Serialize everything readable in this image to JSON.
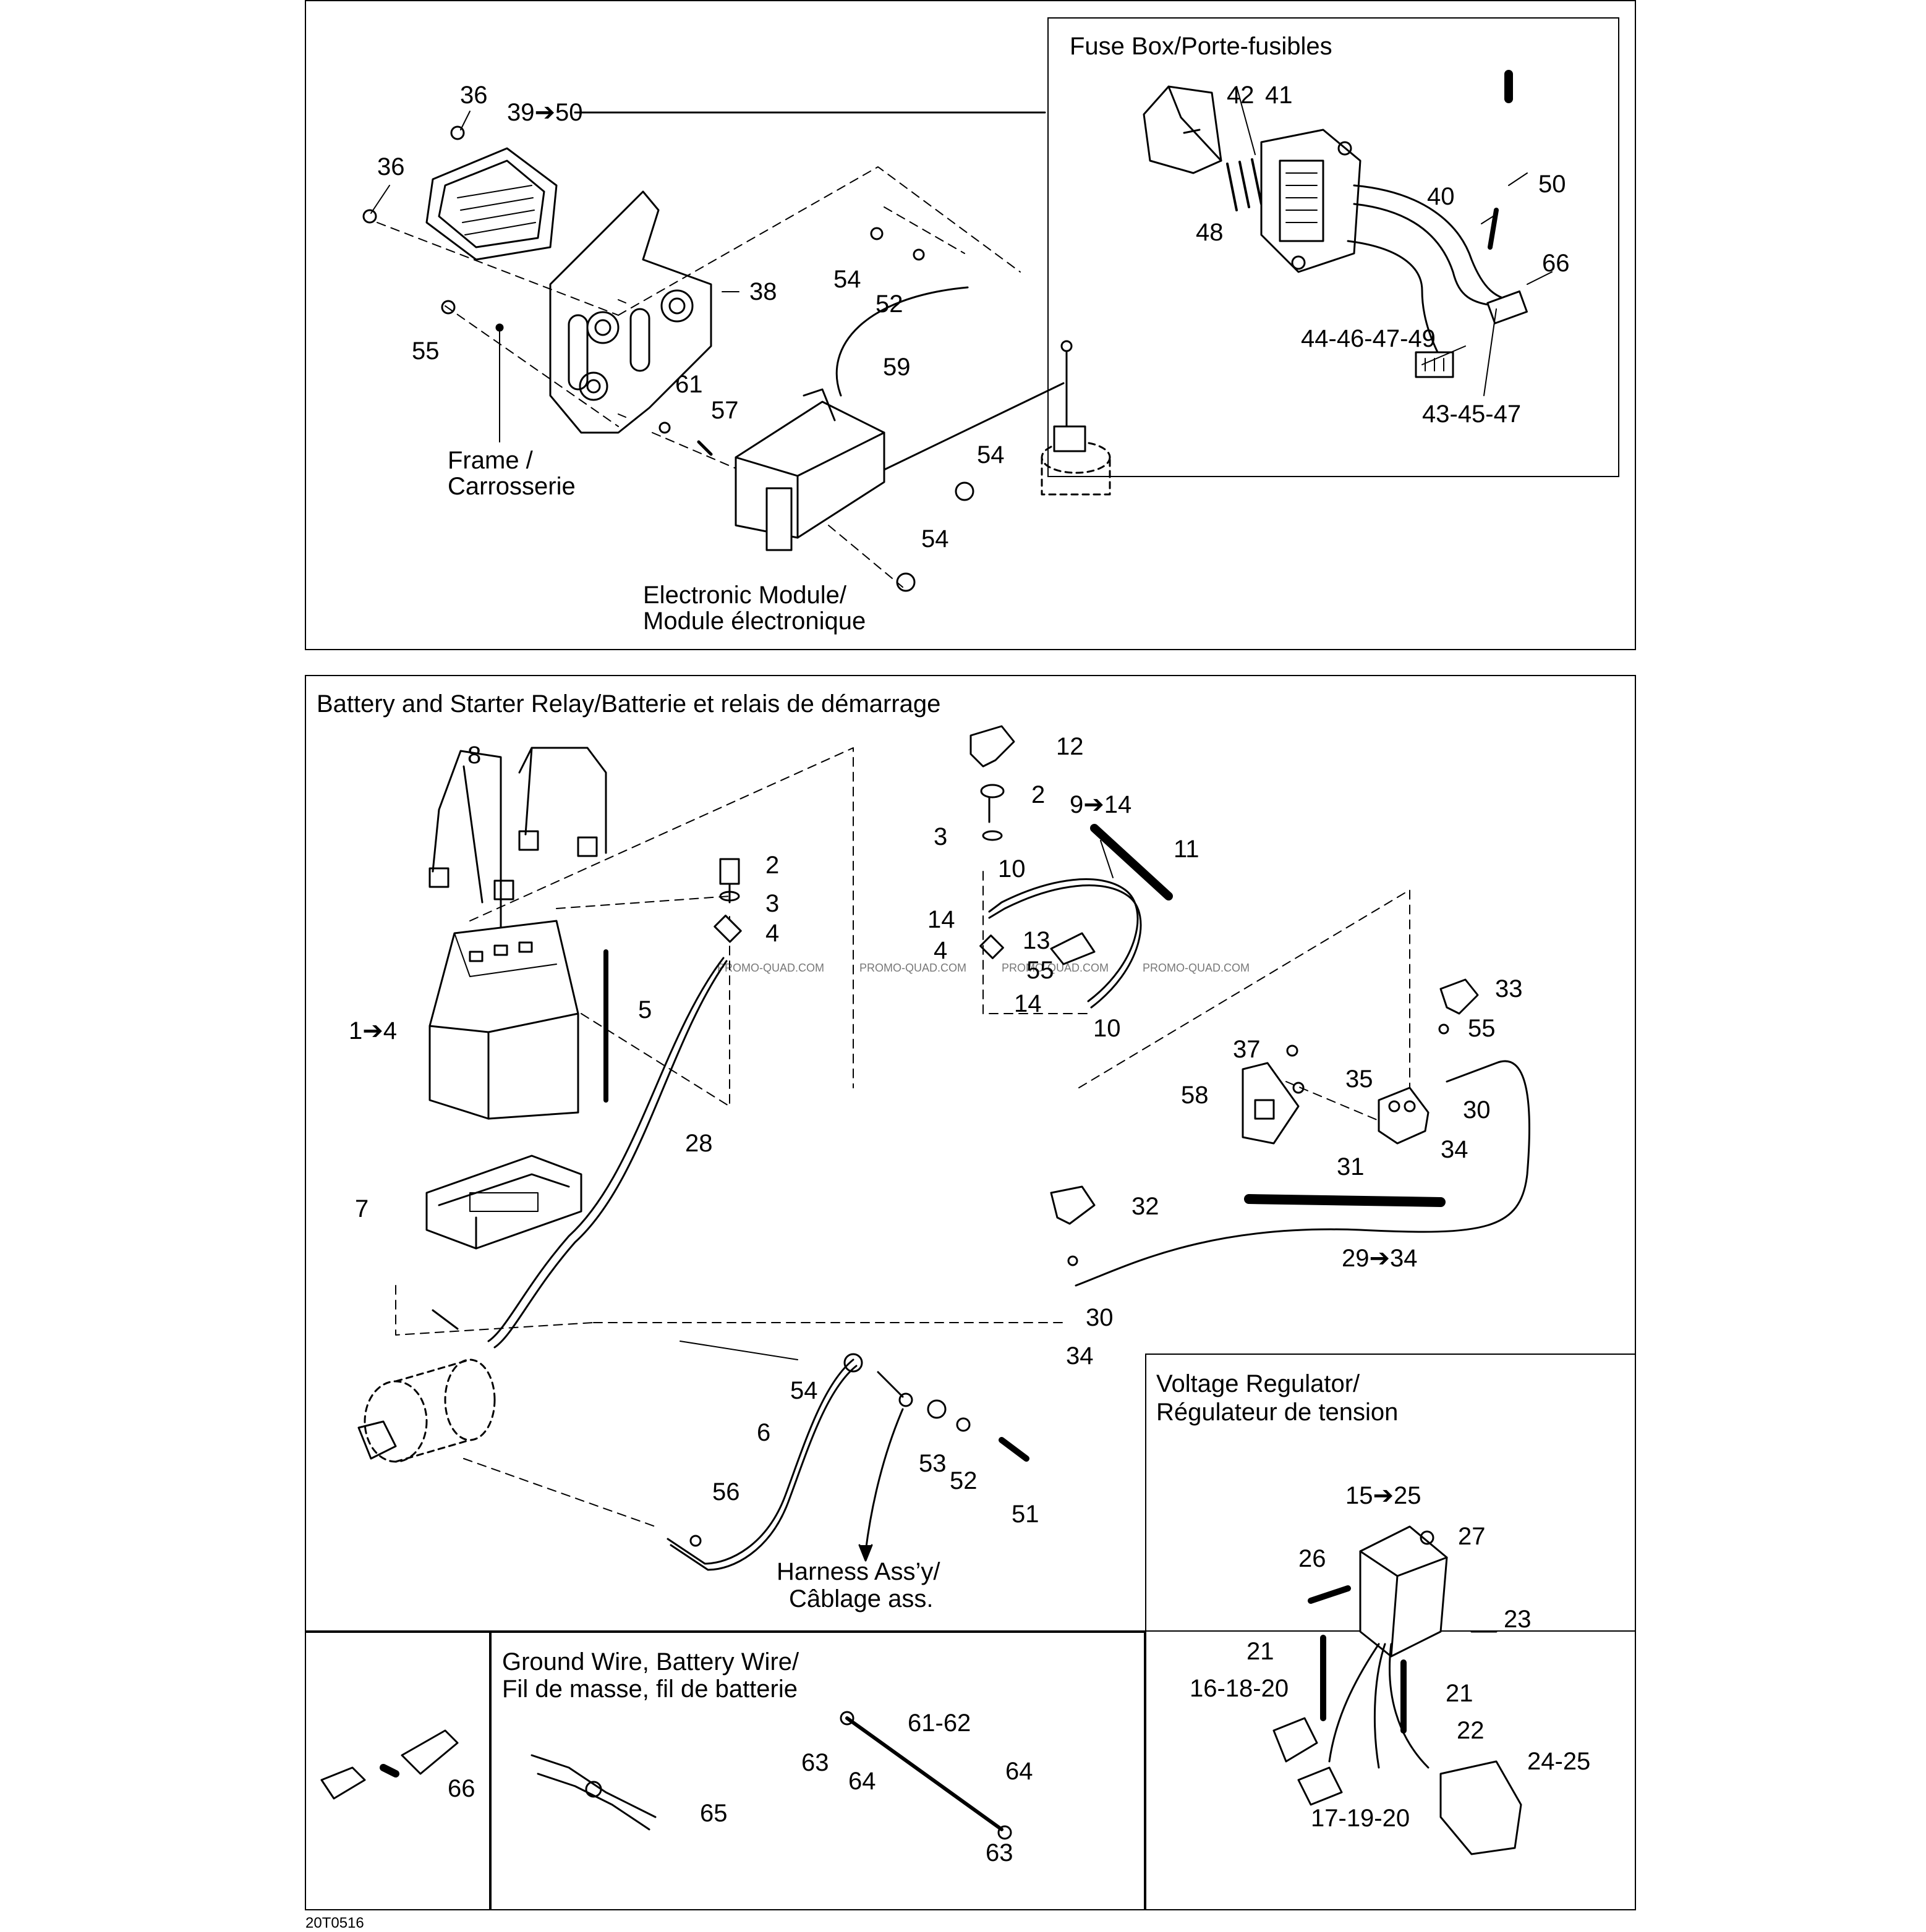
{
  "sections": {
    "fuse_box": "Fuse Box/Porte-fusibles",
    "battery": "Battery and Starter Relay/Batterie et relais de démarrage",
    "voltage_regulator_l1": "Voltage Regulator/",
    "voltage_regulator_l2": "Régulateur de tension",
    "ground_wire_l1": "Ground Wire, Battery Wire/",
    "ground_wire_l2": "Fil de masse, fil de batterie"
  },
  "annotations": {
    "frame_l1": "Frame /",
    "frame_l2": "Carrosserie",
    "module_l1": "Electronic Module/",
    "module_l2": "Module électronique",
    "harness_l1": "Harness Ass’y/",
    "harness_l2": "Câblage ass."
  },
  "drawing_code": "20T0516",
  "watermark": "PROMO-QUAD.COM",
  "callouts": {
    "top": [
      "36",
      "39➔50",
      "36",
      "38",
      "54",
      "52",
      "55",
      "61",
      "57",
      "59",
      "54",
      "54"
    ],
    "fuse": [
      "42",
      "41",
      "40",
      "50",
      "48",
      "66",
      "44-46-47-49",
      "43-45-47"
    ],
    "battery": [
      "8",
      "2",
      "3",
      "4",
      "1➔4",
      "5",
      "28",
      "7",
      "12",
      "2",
      "9➔14",
      "11",
      "3",
      "10",
      "14",
      "13",
      "4",
      "55",
      "14",
      "10",
      "33",
      "55",
      "37",
      "35",
      "30",
      "58",
      "34",
      "31",
      "32",
      "29➔34",
      "30",
      "34",
      "54",
      "6",
      "53",
      "52",
      "51",
      "56"
    ],
    "regulator": [
      "15➔25",
      "27",
      "26",
      "23",
      "21",
      "21",
      "16-18-20",
      "22",
      "24-25",
      "17-19-20"
    ],
    "ground": [
      "66",
      "65",
      "61-62",
      "63",
      "64",
      "64",
      "63"
    ]
  }
}
